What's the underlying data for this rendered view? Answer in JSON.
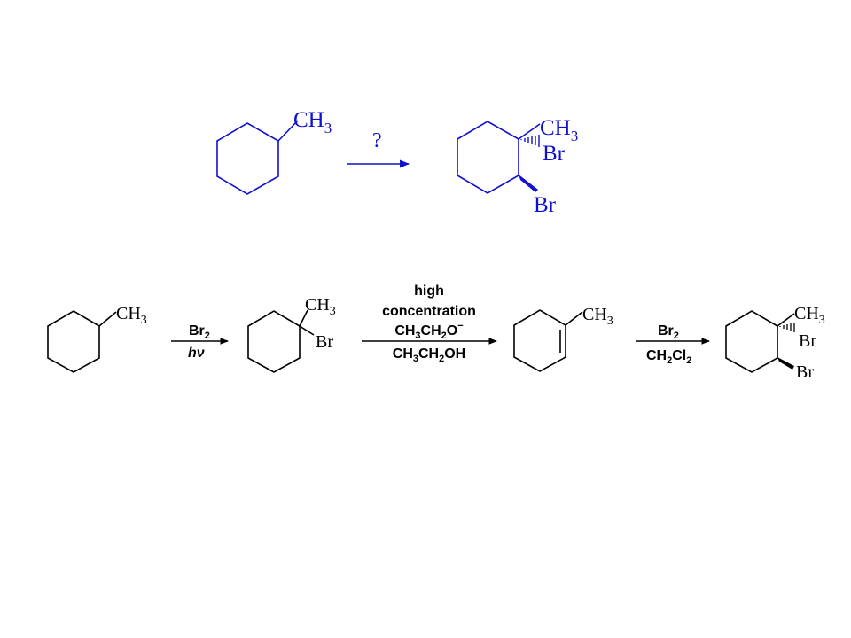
{
  "question": {
    "color": "#1010d0",
    "reagent": "?",
    "start": {
      "substituent": "CH3"
    },
    "product": {
      "top_label": "CH3",
      "hash_label": "Br",
      "wedge_label": "Br"
    }
  },
  "synthesis": {
    "color": "#000000",
    "sm": {
      "substituent": "CH3"
    },
    "step1": {
      "reagent_top": "Br2",
      "reagent_bottom": "hν"
    },
    "int1": {
      "top_label": "CH3",
      "right_label": "Br"
    },
    "step2": {
      "line1": "high",
      "line2": "concentration",
      "line3": "CH3CH2O−",
      "line4": "CH3CH2OH"
    },
    "int2": {
      "substituent": "CH3"
    },
    "step3": {
      "reagent_top": "Br2",
      "reagent_bottom": "CH2Cl2"
    },
    "product": {
      "top_label": "CH3",
      "hash_label": "Br",
      "wedge_label": "Br"
    }
  }
}
